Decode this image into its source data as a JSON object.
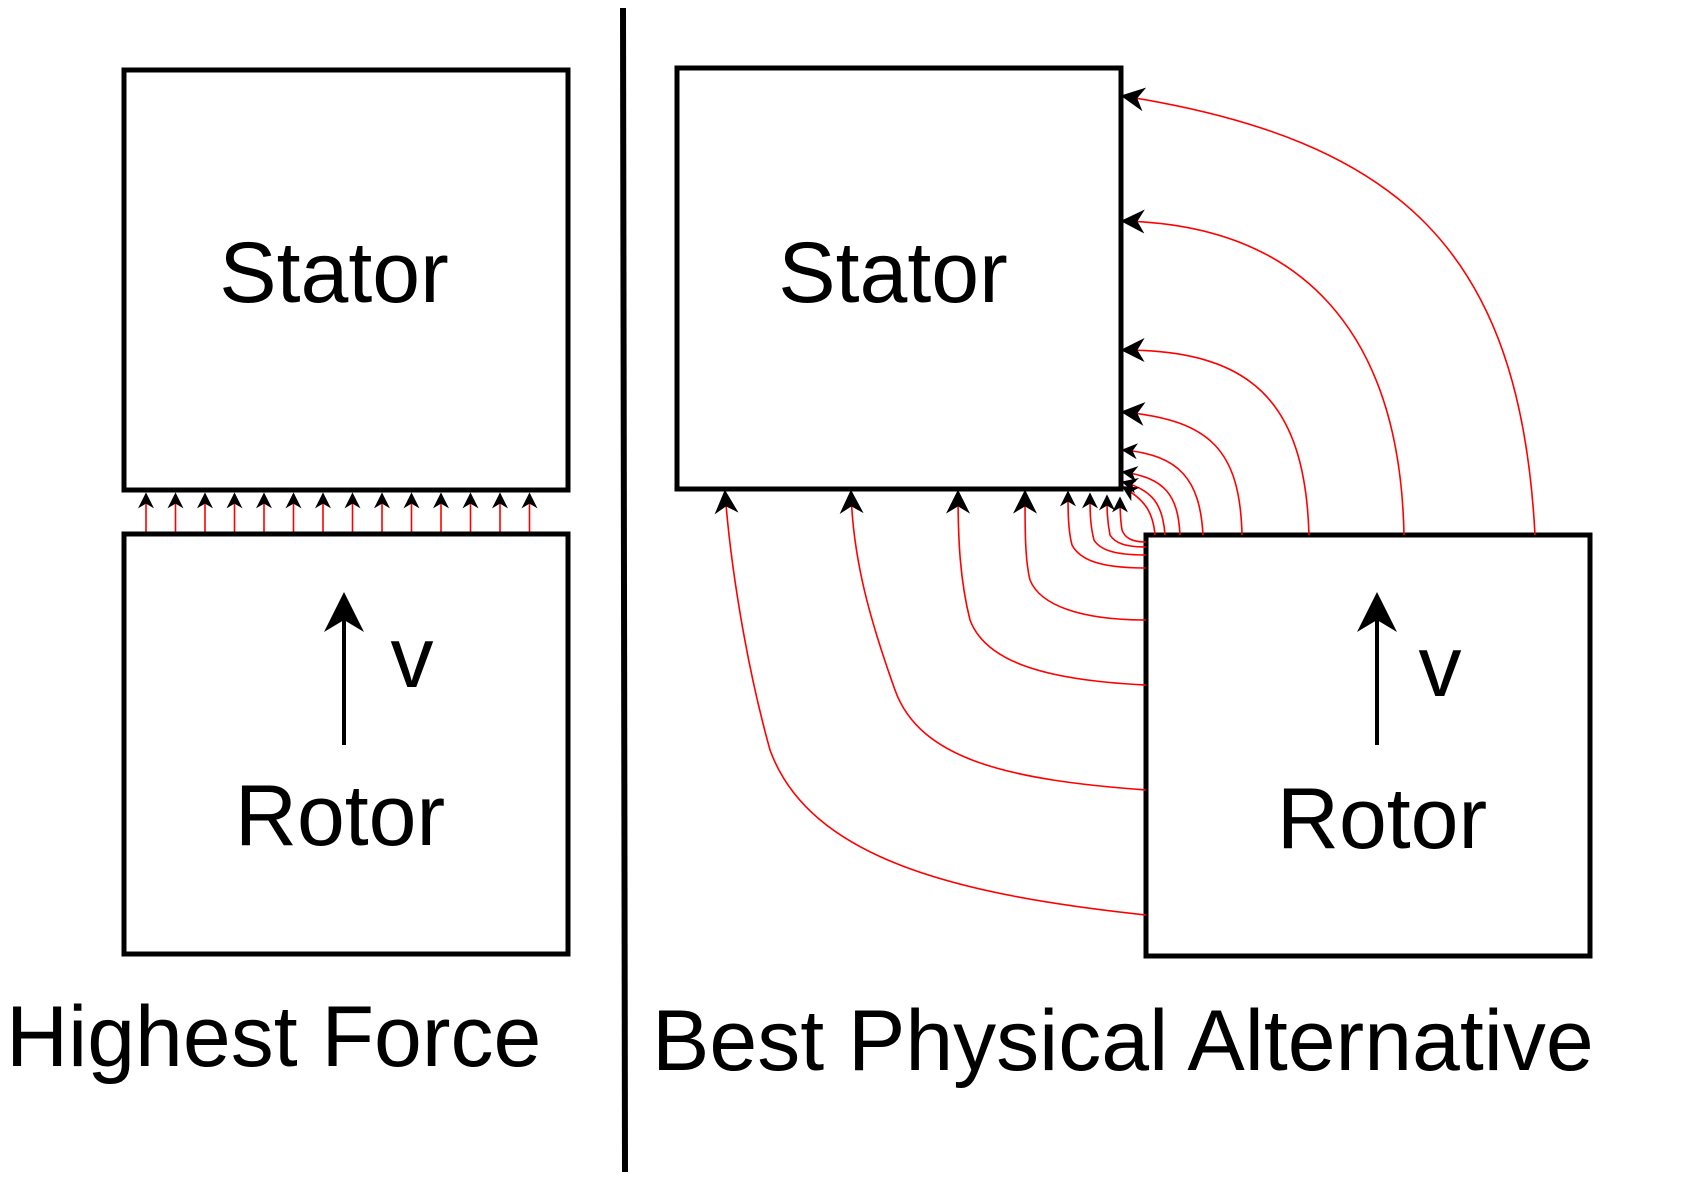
{
  "left_panel": {
    "stator_label": "Stator",
    "rotor_label": "Rotor",
    "velocity_label": "v",
    "caption": "Highest Force"
  },
  "right_panel": {
    "stator_label": "Stator",
    "rotor_label": "Rotor",
    "velocity_label": "v",
    "caption": "Best Physical Alternative"
  },
  "colors": {
    "outline": "#000000",
    "field_line": "#ff0000",
    "arrowhead": "#000000",
    "background": "#ffffff"
  }
}
